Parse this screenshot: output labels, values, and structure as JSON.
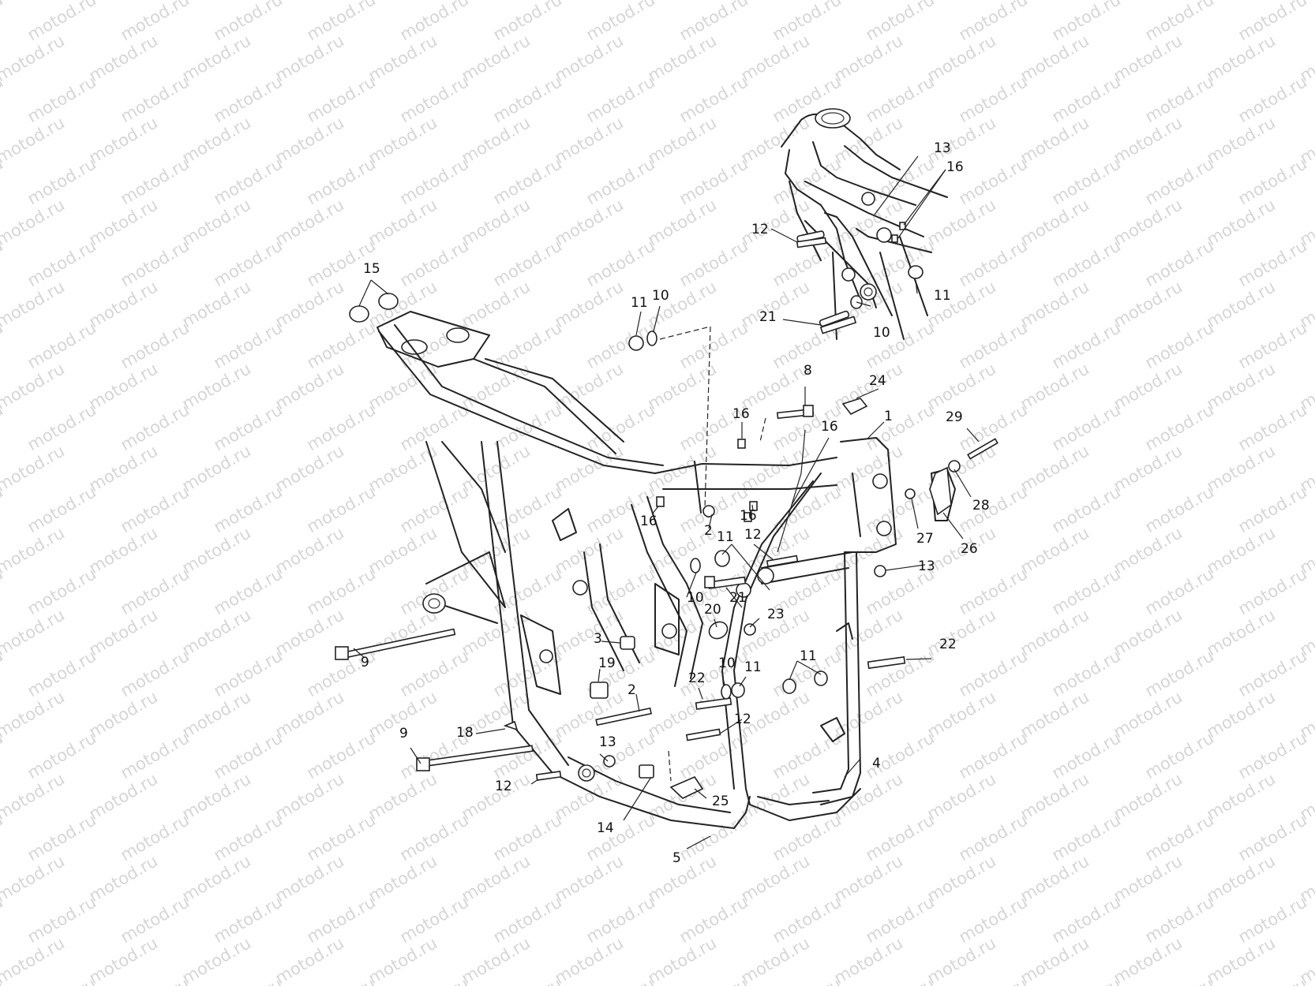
{
  "watermark": "motod.ru",
  "callouts": [
    {
      "id": "c1",
      "label": "1"
    },
    {
      "id": "c2a",
      "label": "2"
    },
    {
      "id": "c2b",
      "label": "2"
    },
    {
      "id": "c3",
      "label": "3"
    },
    {
      "id": "c4",
      "label": "4"
    },
    {
      "id": "c5",
      "label": "5"
    },
    {
      "id": "c8",
      "label": "8"
    },
    {
      "id": "c9a",
      "label": "9"
    },
    {
      "id": "c9b",
      "label": "9"
    },
    {
      "id": "c10a",
      "label": "10"
    },
    {
      "id": "c10b",
      "label": "10"
    },
    {
      "id": "c10c",
      "label": "10"
    },
    {
      "id": "c10d",
      "label": "10"
    },
    {
      "id": "c11a",
      "label": "11"
    },
    {
      "id": "c11b",
      "label": "11"
    },
    {
      "id": "c11c",
      "label": "11"
    },
    {
      "id": "c11d",
      "label": "11"
    },
    {
      "id": "c11e",
      "label": "11"
    },
    {
      "id": "c12a",
      "label": "12"
    },
    {
      "id": "c12b",
      "label": "12"
    },
    {
      "id": "c12c",
      "label": "12"
    },
    {
      "id": "c12d",
      "label": "12"
    },
    {
      "id": "c13a",
      "label": "13"
    },
    {
      "id": "c13b",
      "label": "13"
    },
    {
      "id": "c13c",
      "label": "13"
    },
    {
      "id": "c14",
      "label": "14"
    },
    {
      "id": "c15",
      "label": "15"
    },
    {
      "id": "c16a",
      "label": "16"
    },
    {
      "id": "c16b",
      "label": "16"
    },
    {
      "id": "c16c",
      "label": "16"
    },
    {
      "id": "c16d",
      "label": "16"
    },
    {
      "id": "c16e",
      "label": "16"
    },
    {
      "id": "c18",
      "label": "18"
    },
    {
      "id": "c19",
      "label": "19"
    },
    {
      "id": "c20",
      "label": "20"
    },
    {
      "id": "c21a",
      "label": "21"
    },
    {
      "id": "c21b",
      "label": "21"
    },
    {
      "id": "c22a",
      "label": "22"
    },
    {
      "id": "c22b",
      "label": "22"
    },
    {
      "id": "c23",
      "label": "23"
    },
    {
      "id": "c24",
      "label": "24"
    },
    {
      "id": "c25",
      "label": "25"
    },
    {
      "id": "c26",
      "label": "26"
    },
    {
      "id": "c27",
      "label": "27"
    },
    {
      "id": "c28",
      "label": "28"
    },
    {
      "id": "c29",
      "label": "29"
    }
  ]
}
